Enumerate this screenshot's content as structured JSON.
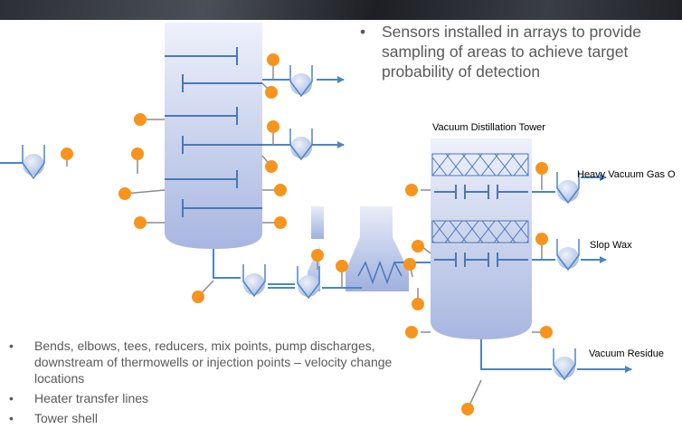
{
  "top_bullets": [
    "Sensors installed in arrays to provide sampling of areas to achieve target probability of detection"
  ],
  "bottom_bullets": [
    "Bends, elbows, tees, reducers, mix points, pump discharges, downstream of thermowells or injection points – velocity change locations",
    "Heater transfer lines",
    "Tower shell"
  ],
  "labels": {
    "tower": "Vacuum Distillation Tower",
    "heavy_gas_oil": "Heavy Vacuum Gas O",
    "slop_wax": "Slop Wax",
    "residue": "Vacuum Residue"
  },
  "colors": {
    "sensor": "#f7941d",
    "pipe": "#4a86c5",
    "vessel_light": "#eef1fb",
    "vessel_dark": "#a8b6e0"
  }
}
